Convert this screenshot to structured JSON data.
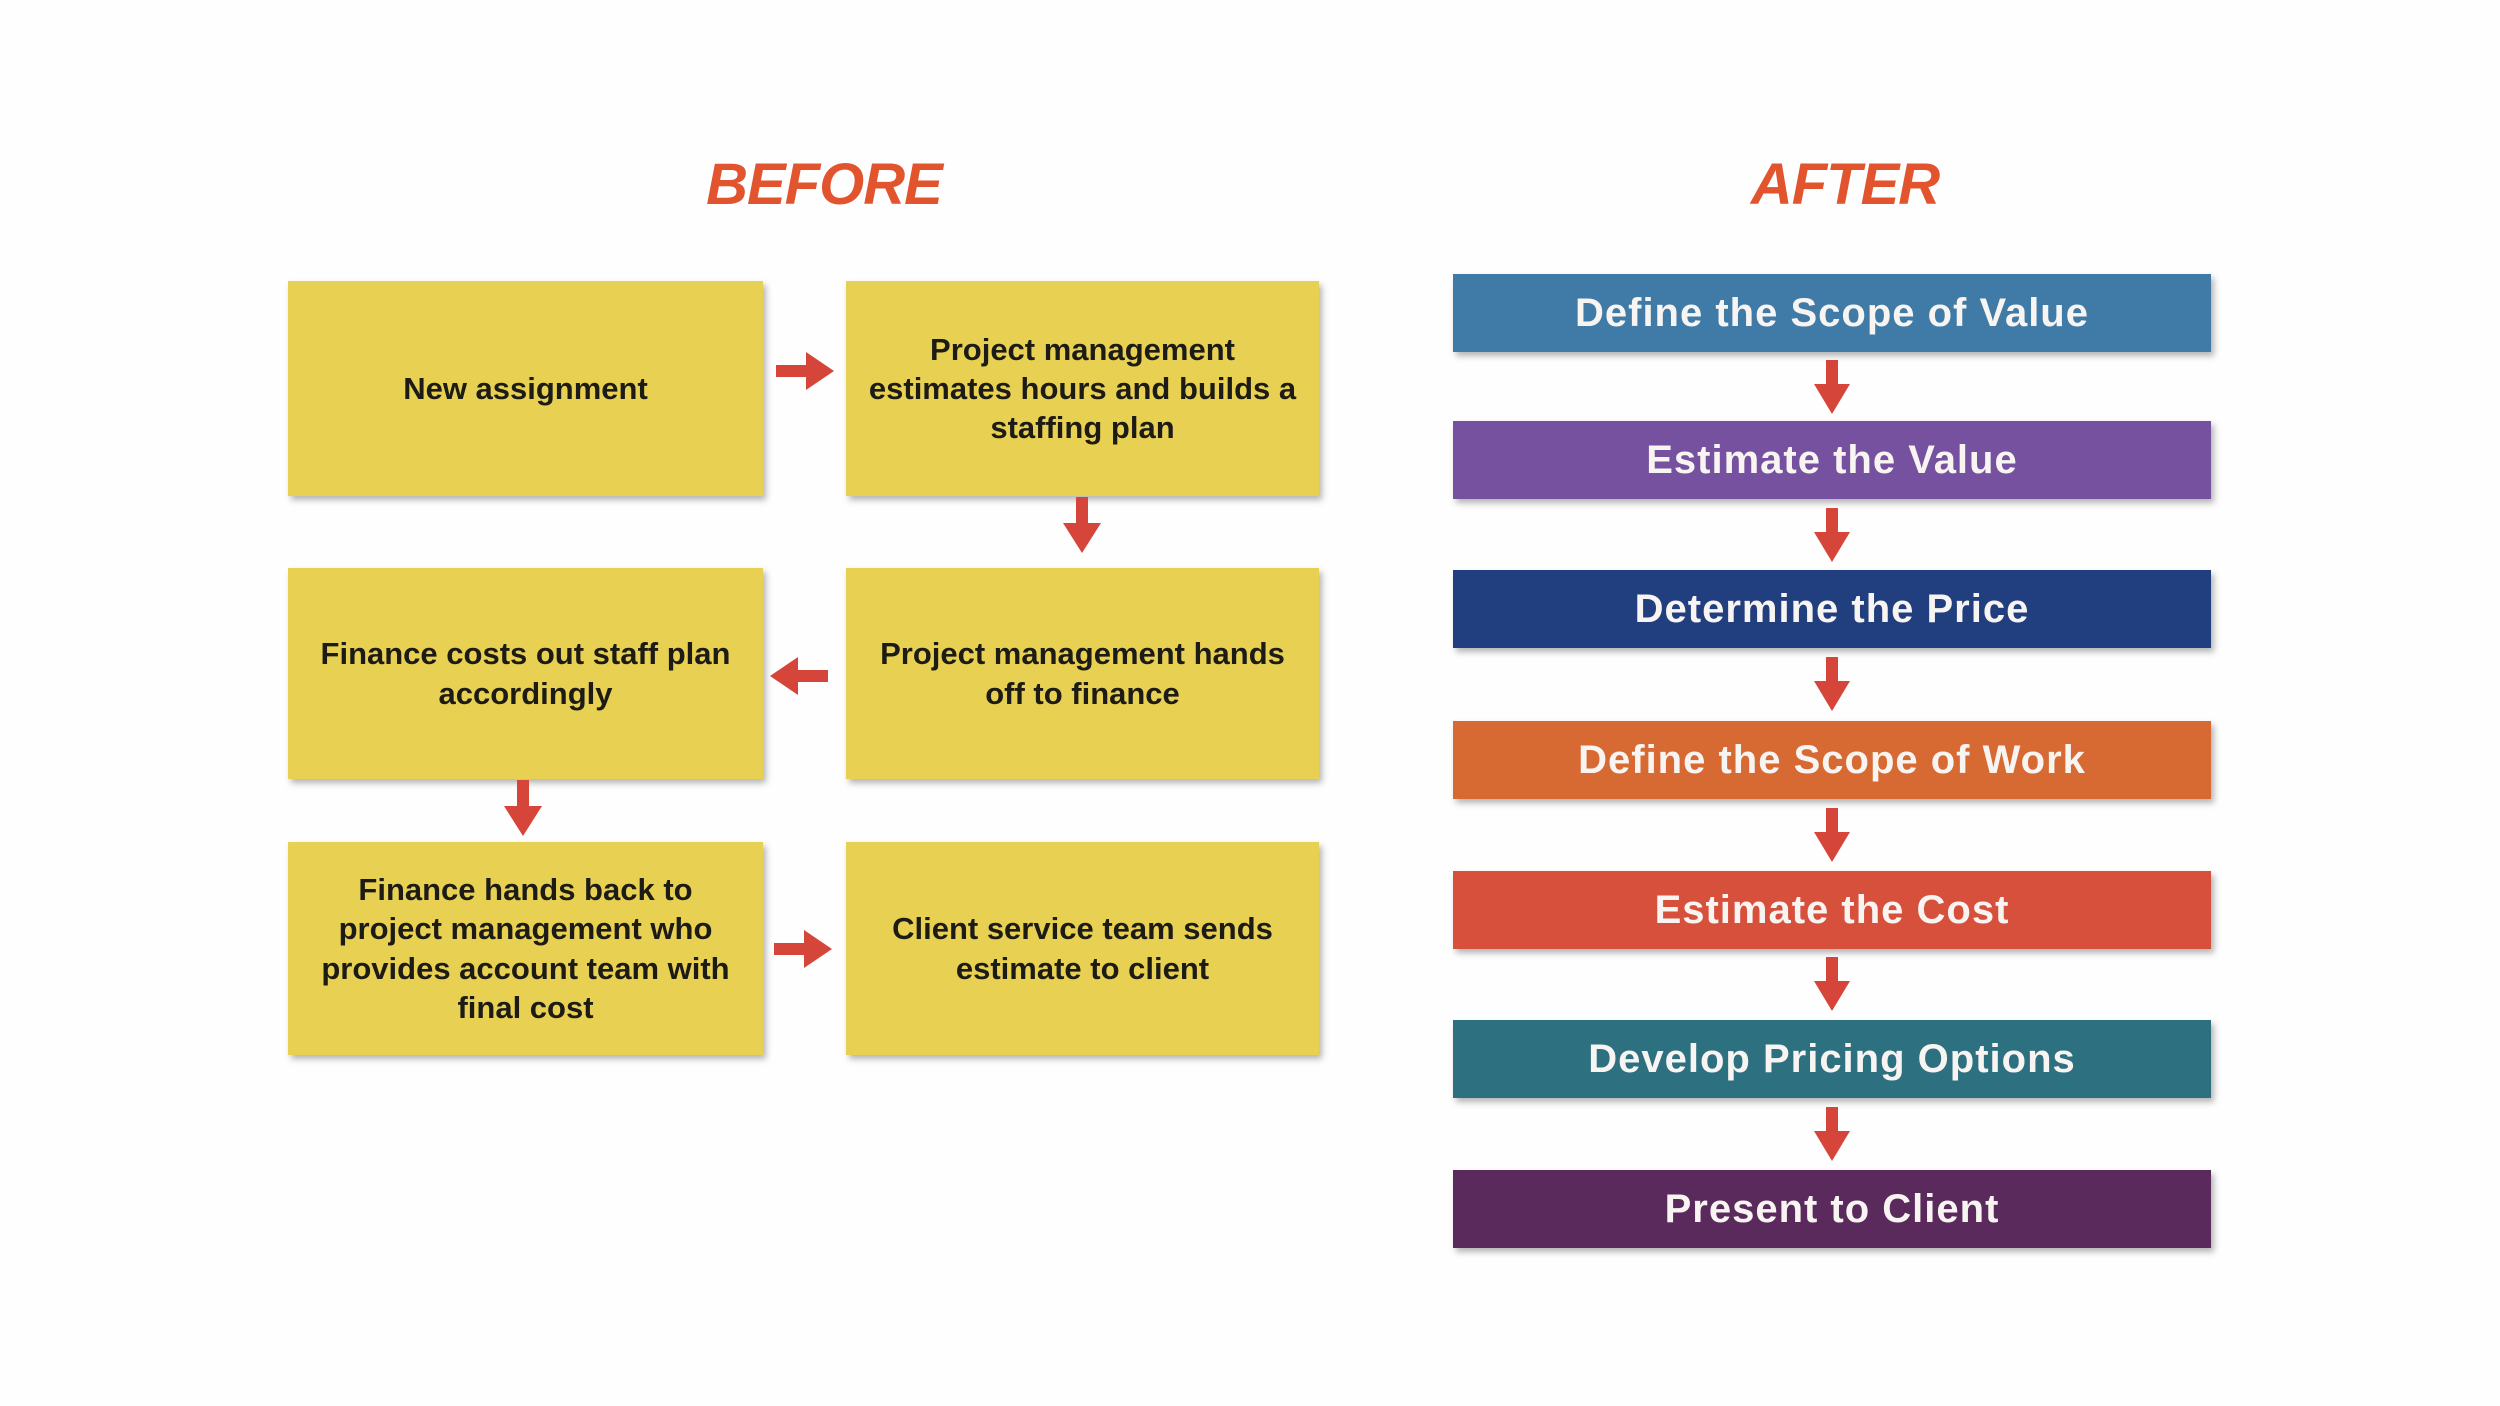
{
  "page": {
    "background": "#fefefe"
  },
  "colors": {
    "title": "#e2542e",
    "arrow": "#d6453a",
    "box_fill": "#e8d052",
    "box_text": "#1d1b15",
    "bar_text": "#f7f4f1"
  },
  "before": {
    "title": "BEFORE",
    "boxes": [
      {
        "text": "New assignment"
      },
      {
        "text": "Project management estimates hours and builds a staffing plan"
      },
      {
        "text": "Finance costs out staff plan accordingly"
      },
      {
        "text": "Project management hands off to finance"
      },
      {
        "text": "Finance hands back to project management who provides account team with final cost"
      },
      {
        "text": "Client service team sends estimate to client"
      }
    ]
  },
  "after": {
    "title": "AFTER",
    "steps": [
      {
        "label": "Define the Scope of Value",
        "color": "#3f7ba6"
      },
      {
        "label": "Estimate the Value",
        "color": "#75519f"
      },
      {
        "label": "Determine the Price",
        "color": "#213e7e"
      },
      {
        "label": "Define the Scope of Work",
        "color": "#d76a33"
      },
      {
        "label": "Estimate the Cost",
        "color": "#d6503c"
      },
      {
        "label": "Develop Pricing Options",
        "color": "#2d7181"
      },
      {
        "label": "Present to Client",
        "color": "#5b2a5d"
      }
    ]
  }
}
